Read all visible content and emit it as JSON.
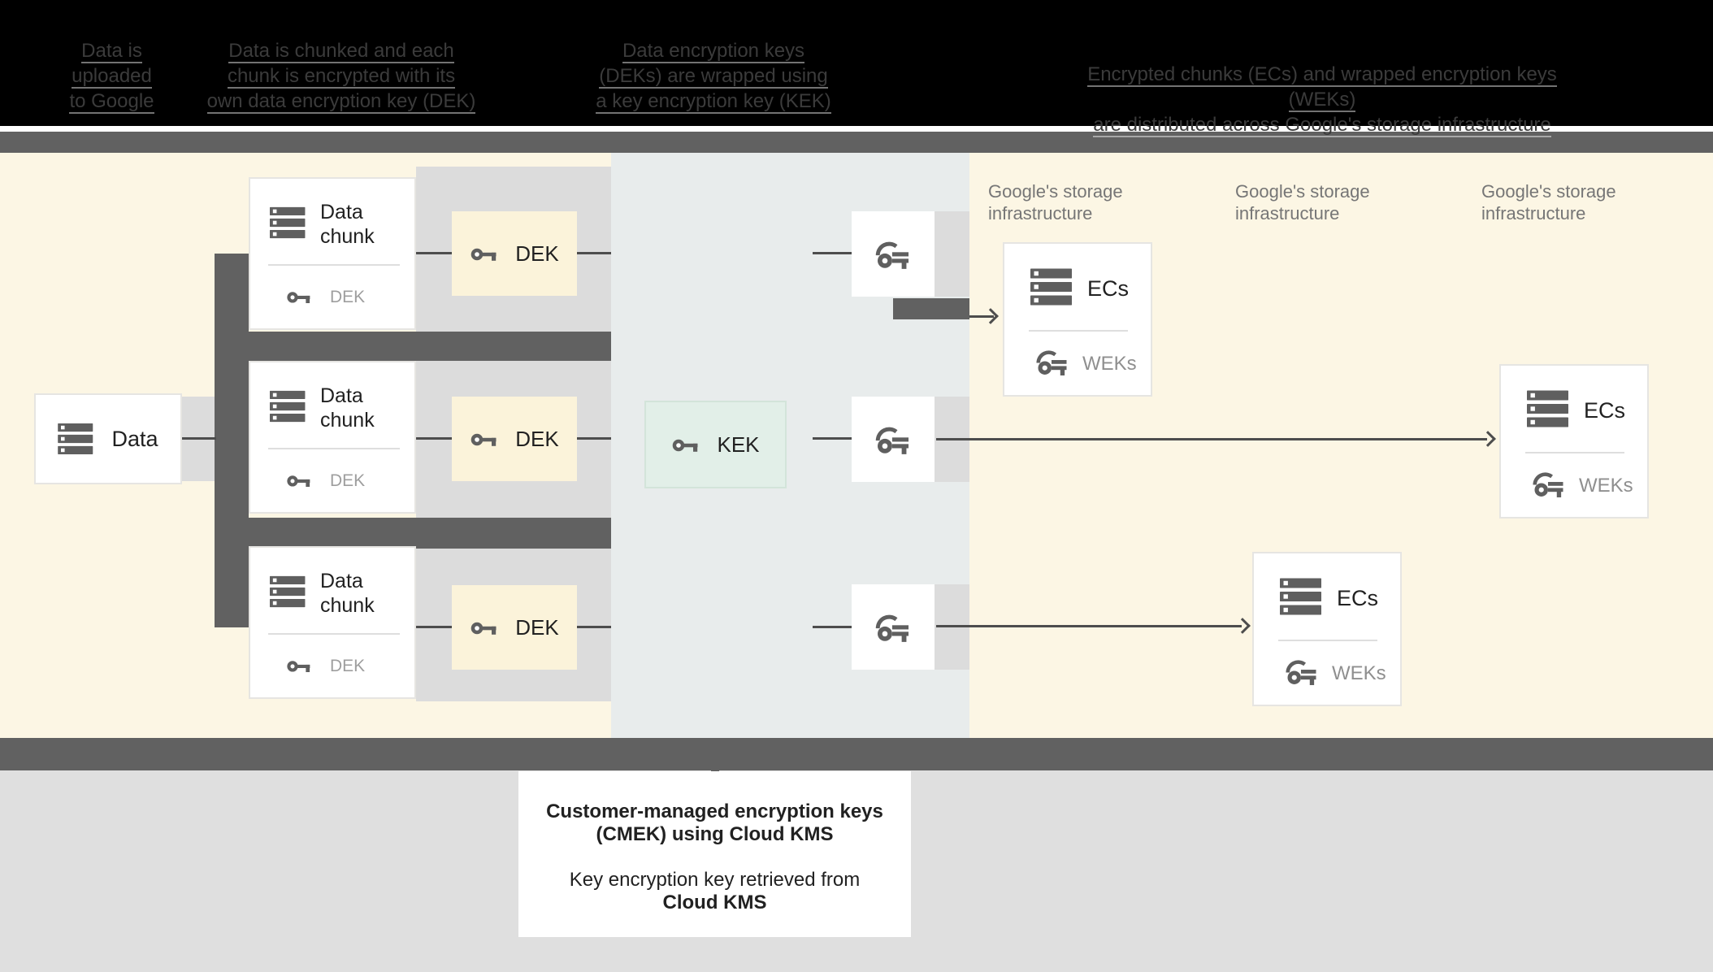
{
  "top_captions": {
    "caption1": {
      "line1": "Data is",
      "line2": "uploaded",
      "line3": "to Google"
    },
    "caption2": {
      "line1": "Data is chunked and each",
      "line2": "chunk is encrypted with its",
      "line3": "own data encryption key (DEK)"
    },
    "caption3": {
      "line1": "Data encryption keys",
      "line2": "(DEKs) are wrapped using",
      "line3": "a key encryption key (KEK)"
    },
    "caption4": {
      "line1": "Encrypted chunks (ECs) and wrapped encryption keys (WEKs)",
      "line2": "are distributed across Google's storage infrastructure"
    }
  },
  "diagram": {
    "data_box_label": "Data",
    "chunk_box": {
      "title_line1": "Data",
      "title_line2": "chunk",
      "key_label": "DEK"
    },
    "dek_label": "DEK",
    "kek_label": "KEK",
    "storage_label": {
      "line1": "Google's storage",
      "line2": "infrastructure"
    },
    "ecs_box": {
      "title": "ECs",
      "key_label": "WEKs"
    }
  },
  "footer_card": {
    "title_line1": "Customer-managed encryption keys",
    "title_line2": "(CMEK) using Cloud KMS",
    "body_line1": "Key encryption key retrieved from",
    "body_line2": "Cloud KMS"
  },
  "icons": {
    "server": "server-icon",
    "key": "key-icon",
    "wrapped_key": "wrapped-key-icon"
  },
  "colors": {
    "header_bg": "#000000",
    "header_text": "#3b3b3b",
    "band_dark": "#616161",
    "cream_bg": "#FCF6E4",
    "kms_slab_bg": "#E8ECEC",
    "row_band": "#DCDCDC",
    "dek_box_bg": "#FBF3DA",
    "kek_box_bg": "#E2EFE8",
    "footer_bg": "#DFDFDF",
    "icon_gray": "#5F5F5F",
    "muted_text": "#767676",
    "connector": "#4D4D4D"
  }
}
